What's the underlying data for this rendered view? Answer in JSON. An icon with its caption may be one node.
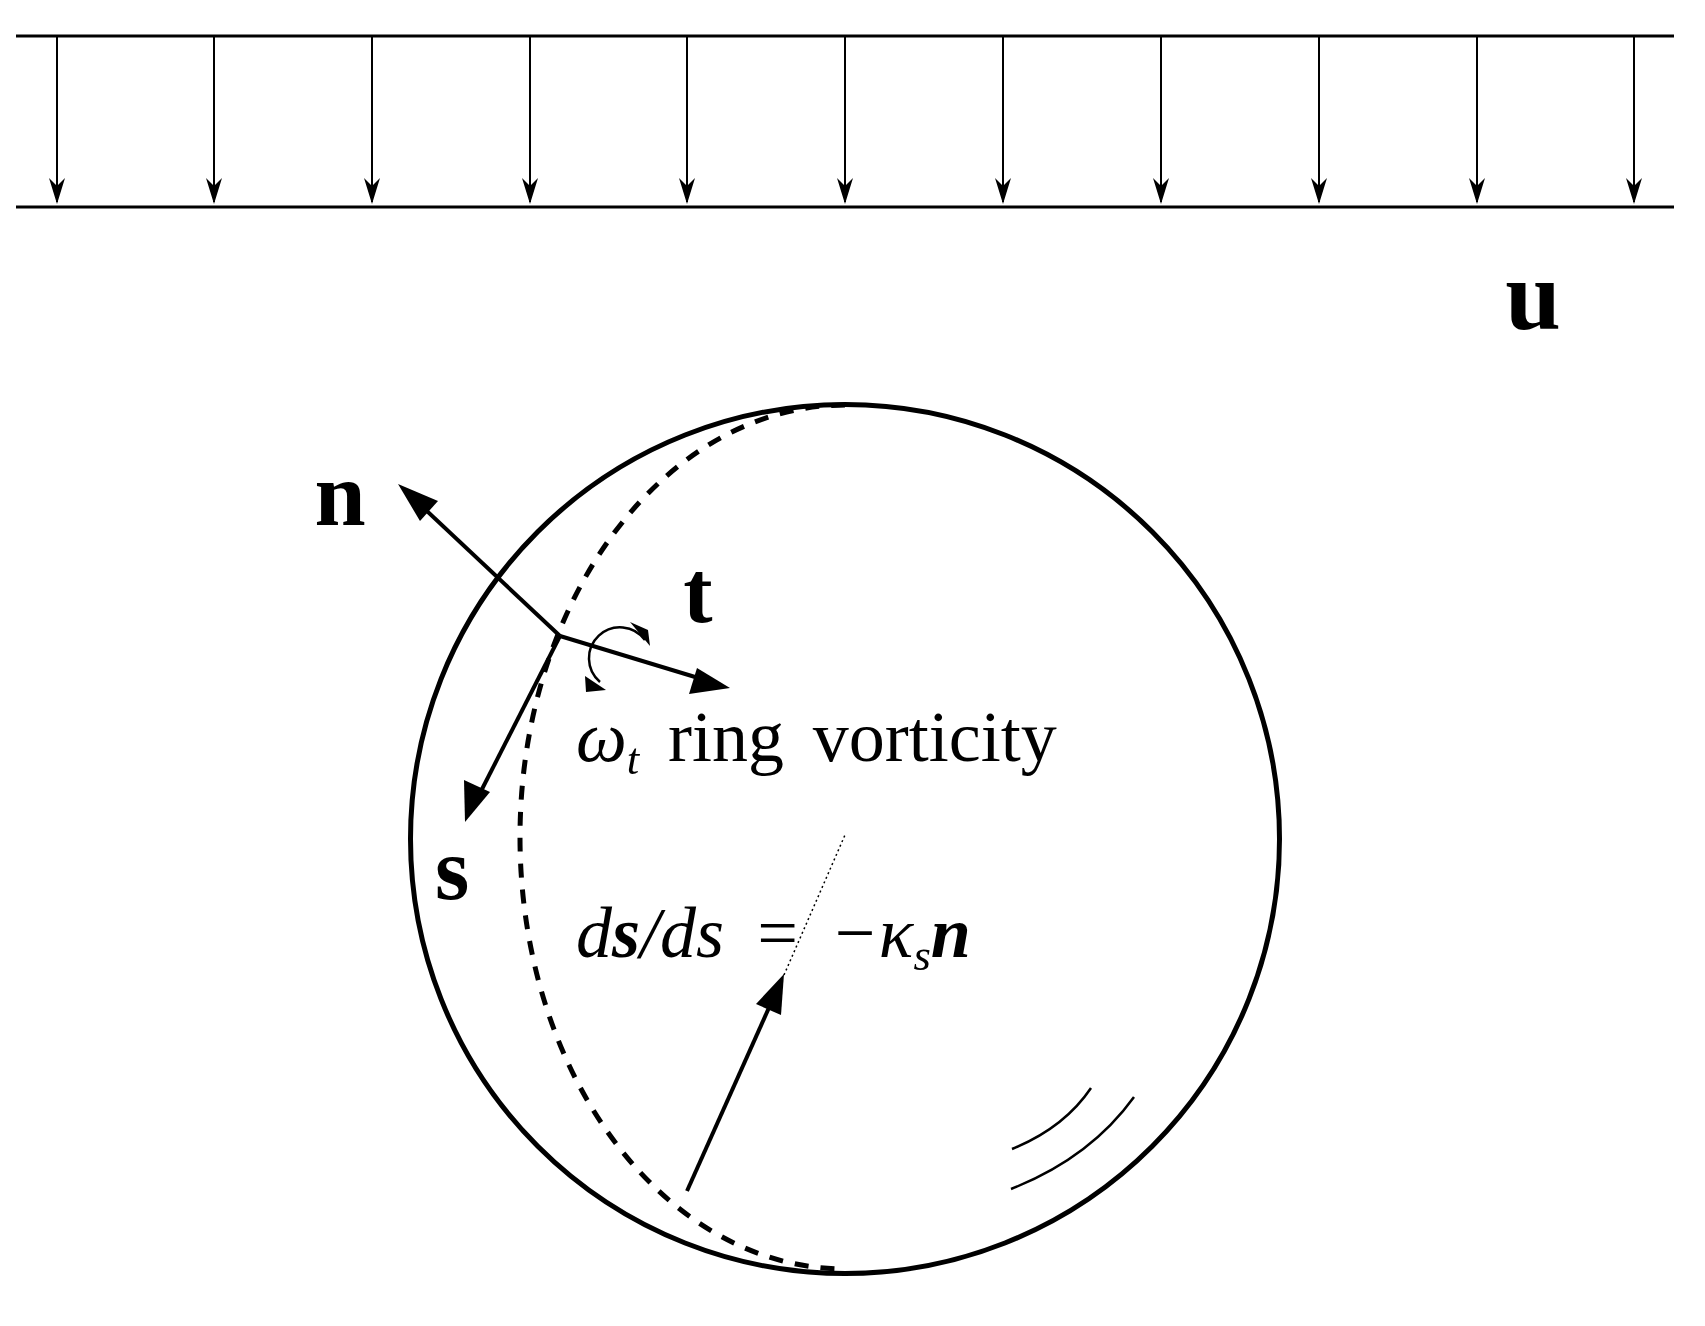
{
  "diagram": {
    "nodes": [
      {
        "text": [
          "*ω*$_{t}$ ring vorticity",
          "d**s**/ds = −κ$_{s}$**n**"
        ]
      }
    ],
    "labels": [
      "u",
      "n",
      "t",
      "s"
    ]
  }
}
